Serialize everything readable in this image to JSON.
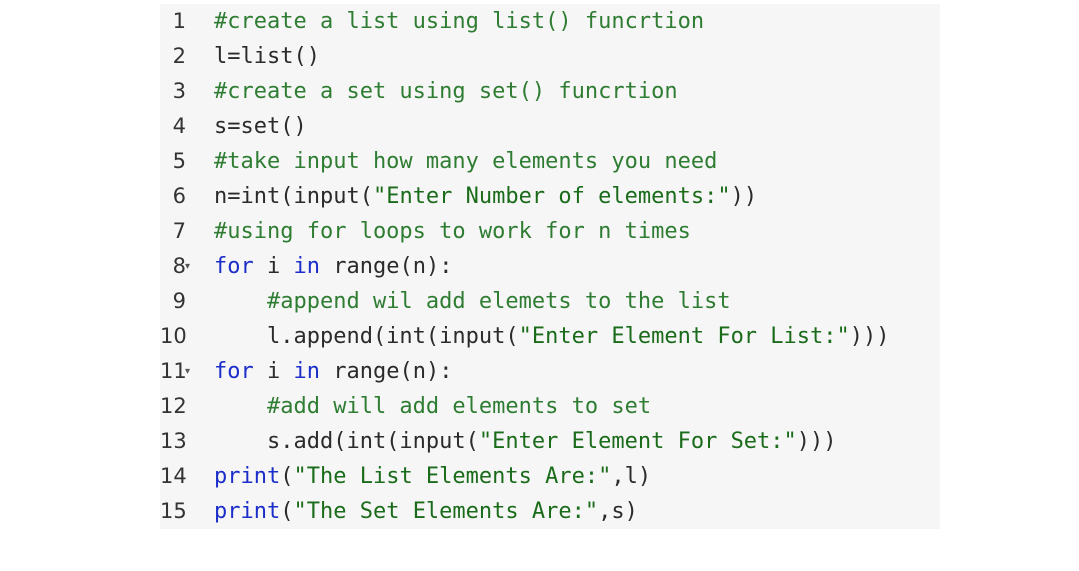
{
  "colors": {
    "editor_background": "#f6f6f6",
    "comment": "#2e7d32",
    "keyword": "#1b2ec9",
    "string": "#1a6b1a",
    "plain": "#2b2b2b"
  },
  "lines": [
    {
      "number": "1",
      "fold": "",
      "tokens": [
        {
          "type": "comment",
          "text": "#create a list using list() funcrtion"
        }
      ]
    },
    {
      "number": "2",
      "fold": "",
      "tokens": [
        {
          "type": "plain",
          "text": "l=list()"
        }
      ]
    },
    {
      "number": "3",
      "fold": "",
      "tokens": [
        {
          "type": "comment",
          "text": "#create a set using set() funcrtion"
        }
      ]
    },
    {
      "number": "4",
      "fold": "",
      "tokens": [
        {
          "type": "plain",
          "text": "s=set()"
        }
      ]
    },
    {
      "number": "5",
      "fold": "",
      "tokens": [
        {
          "type": "comment",
          "text": "#take input how many elements you need"
        }
      ]
    },
    {
      "number": "6",
      "fold": "",
      "tokens": [
        {
          "type": "plain",
          "text": "n=int(input("
        },
        {
          "type": "string",
          "text": "\"Enter Number of elements:\""
        },
        {
          "type": "plain",
          "text": "))"
        }
      ]
    },
    {
      "number": "7",
      "fold": "",
      "tokens": [
        {
          "type": "comment",
          "text": "#using for loops to work for n times"
        }
      ]
    },
    {
      "number": "8",
      "fold": "▾",
      "tokens": [
        {
          "type": "keyword",
          "text": "for"
        },
        {
          "type": "plain",
          "text": " i "
        },
        {
          "type": "keyword",
          "text": "in"
        },
        {
          "type": "plain",
          "text": " range(n):"
        }
      ]
    },
    {
      "number": "9",
      "fold": "",
      "tokens": [
        {
          "type": "plain",
          "text": "    "
        },
        {
          "type": "comment",
          "text": "#append wil add elemets to the list"
        }
      ]
    },
    {
      "number": "10",
      "fold": "",
      "tokens": [
        {
          "type": "plain",
          "text": "    l.append(int(input("
        },
        {
          "type": "string",
          "text": "\"Enter Element For List:\""
        },
        {
          "type": "plain",
          "text": ")))"
        }
      ]
    },
    {
      "number": "11",
      "fold": "▾",
      "tokens": [
        {
          "type": "keyword",
          "text": "for"
        },
        {
          "type": "plain",
          "text": " i "
        },
        {
          "type": "keyword",
          "text": "in"
        },
        {
          "type": "plain",
          "text": " range(n):"
        }
      ]
    },
    {
      "number": "12",
      "fold": "",
      "tokens": [
        {
          "type": "plain",
          "text": "    "
        },
        {
          "type": "comment",
          "text": "#add will add elements to set"
        }
      ]
    },
    {
      "number": "13",
      "fold": "",
      "tokens": [
        {
          "type": "plain",
          "text": "    s.add(int(input("
        },
        {
          "type": "string",
          "text": "\"Enter Element For Set:\""
        },
        {
          "type": "plain",
          "text": ")))"
        }
      ]
    },
    {
      "number": "14",
      "fold": "",
      "tokens": [
        {
          "type": "keyword",
          "text": "print"
        },
        {
          "type": "plain",
          "text": "("
        },
        {
          "type": "string",
          "text": "\"The List Elements Are:\""
        },
        {
          "type": "plain",
          "text": ",l)"
        }
      ]
    },
    {
      "number": "15",
      "fold": "",
      "tokens": [
        {
          "type": "keyword",
          "text": "print"
        },
        {
          "type": "plain",
          "text": "("
        },
        {
          "type": "string",
          "text": "\"The Set Elements Are:\""
        },
        {
          "type": "plain",
          "text": ",s)"
        }
      ]
    }
  ]
}
